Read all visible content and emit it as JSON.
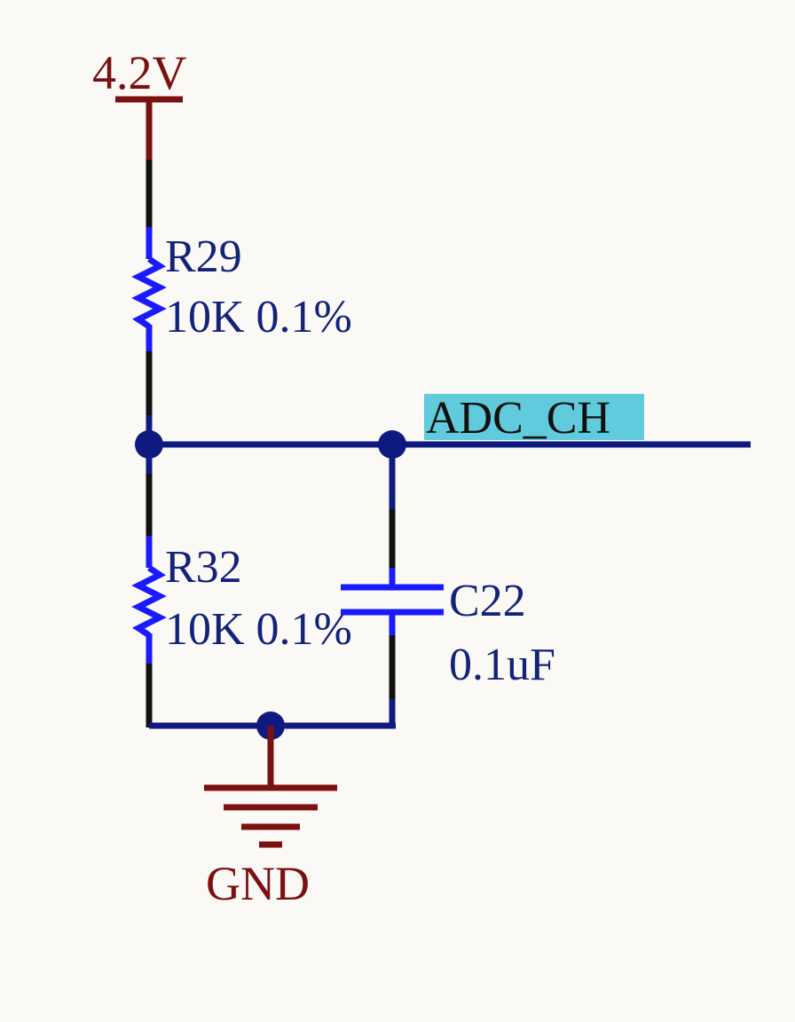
{
  "power": {
    "label": "4.2V"
  },
  "ground": {
    "label": "GND"
  },
  "net": {
    "label": "ADC_CH"
  },
  "components": {
    "r29": {
      "ref": "R29",
      "value": "10K 0.1%"
    },
    "r32": {
      "ref": "R32",
      "value": "10K 0.1%"
    },
    "c22": {
      "ref": "C22",
      "value": "0.1uF"
    }
  },
  "colors": {
    "background": "#fbf9f6",
    "wire": "#0f1a80",
    "wire_segment": "#111111",
    "pin": "#1a1aff",
    "power": "#7a1010",
    "label": "#14237a",
    "net_label_bg": "#5fcbdc"
  }
}
